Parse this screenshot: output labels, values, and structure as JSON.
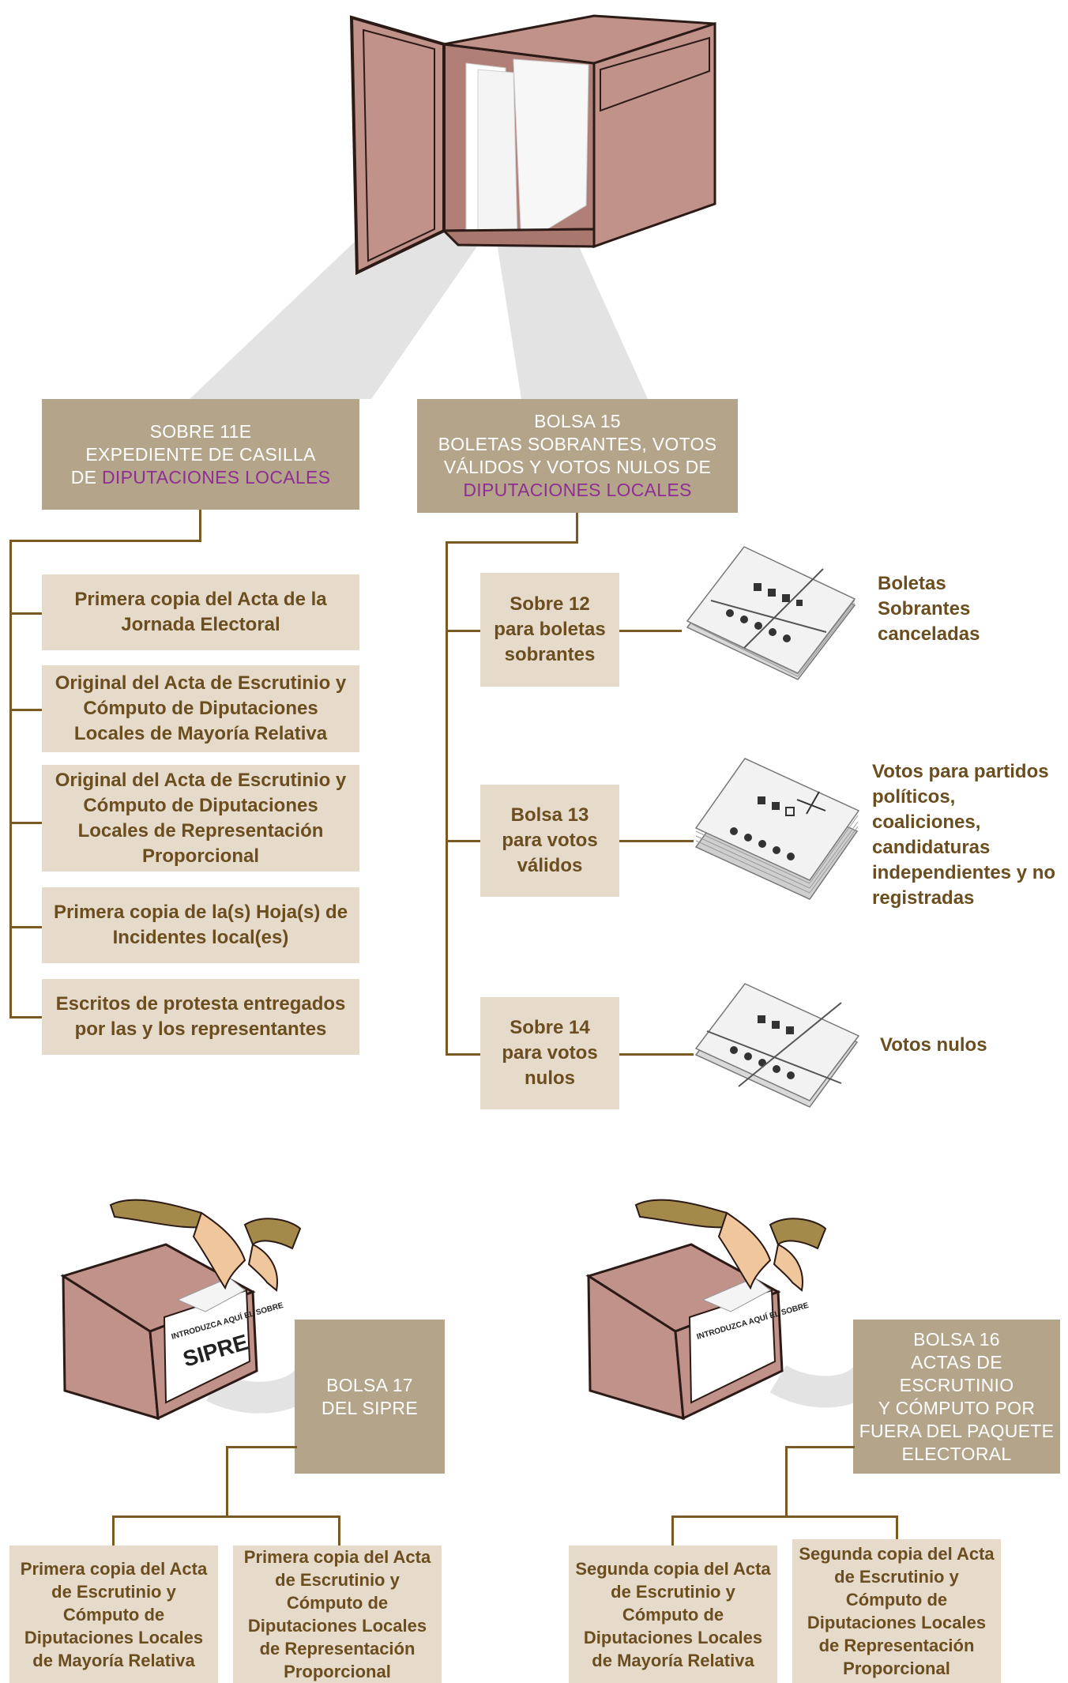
{
  "colors": {
    "header_bg": "#b4a58a",
    "box_bg": "#e6dacb",
    "text_brown": "#6b4e1f",
    "highlight_purple": "#8e2e93",
    "connector": "#7a5a22",
    "box_fill": "#c0928a"
  },
  "sobre11e": {
    "line1": "SOBRE 11E",
    "line2": "EXPEDIENTE DE CASILLA",
    "line3_prefix": "DE ",
    "line3_highlight": "DIPUTACIONES LOCALES",
    "items": [
      "Primera copia del Acta de la Jornada Electoral",
      "Original del Acta de Escrutinio y Cómputo de Diputaciones Locales de Mayoría Relativa",
      "Original del Acta de Escrutinio y Cómputo de Diputaciones Locales de Representación Proporcional",
      "Primera copia de la(s) Hoja(s) de Incidentes local(es)",
      "Escritos de protesta entregados por las y los representantes"
    ]
  },
  "bolsa15": {
    "line1": "BOLSA 15",
    "line2": "BOLETAS SOBRANTES, VOTOS",
    "line3": "VÁLIDOS Y VOTOS NULOS DE",
    "line4_highlight": "DIPUTACIONES LOCALES",
    "items": [
      {
        "label": "Sobre 12 para boletas sobrantes",
        "caption": "Boletas Sobrantes canceladas"
      },
      {
        "label": "Bolsa 13 para votos válidos",
        "caption": "Votos para partidos políticos, coaliciones, candidaturas independientes y no registradas"
      },
      {
        "label": "Sobre 14 para votos nulos",
        "caption": "Votos nulos"
      }
    ]
  },
  "bolsa17": {
    "line1": "BOLSA 17",
    "line2": "DEL SIPRE",
    "box_label_small": "INTRODUZCA AQUÍ EL SOBRE",
    "box_label_big": "SIPRE",
    "items": [
      "Primera copia del Acta de Escrutinio y Cómputo de Diputaciones Locales de Mayoría Relativa",
      "Primera copia del Acta de Escrutinio y Cómputo de Diputaciones Locales de Representación Proporcional"
    ]
  },
  "bolsa16": {
    "line1": "BOLSA 16",
    "line2": "ACTAS DE ESCRUTINIO",
    "line3": "Y CÓMPUTO POR",
    "line4": "FUERA DEL PAQUETE",
    "line5": "ELECTORAL",
    "box_label_small": "INTRODUZCA AQUÍ EL SOBRE",
    "items": [
      "Segunda copia del Acta de Escrutinio y Cómputo de Diputaciones Locales de Mayoría Relativa",
      "Segunda copia del Acta de Escrutinio y Cómputo de Diputaciones Locales de Representación Proporcional"
    ]
  }
}
